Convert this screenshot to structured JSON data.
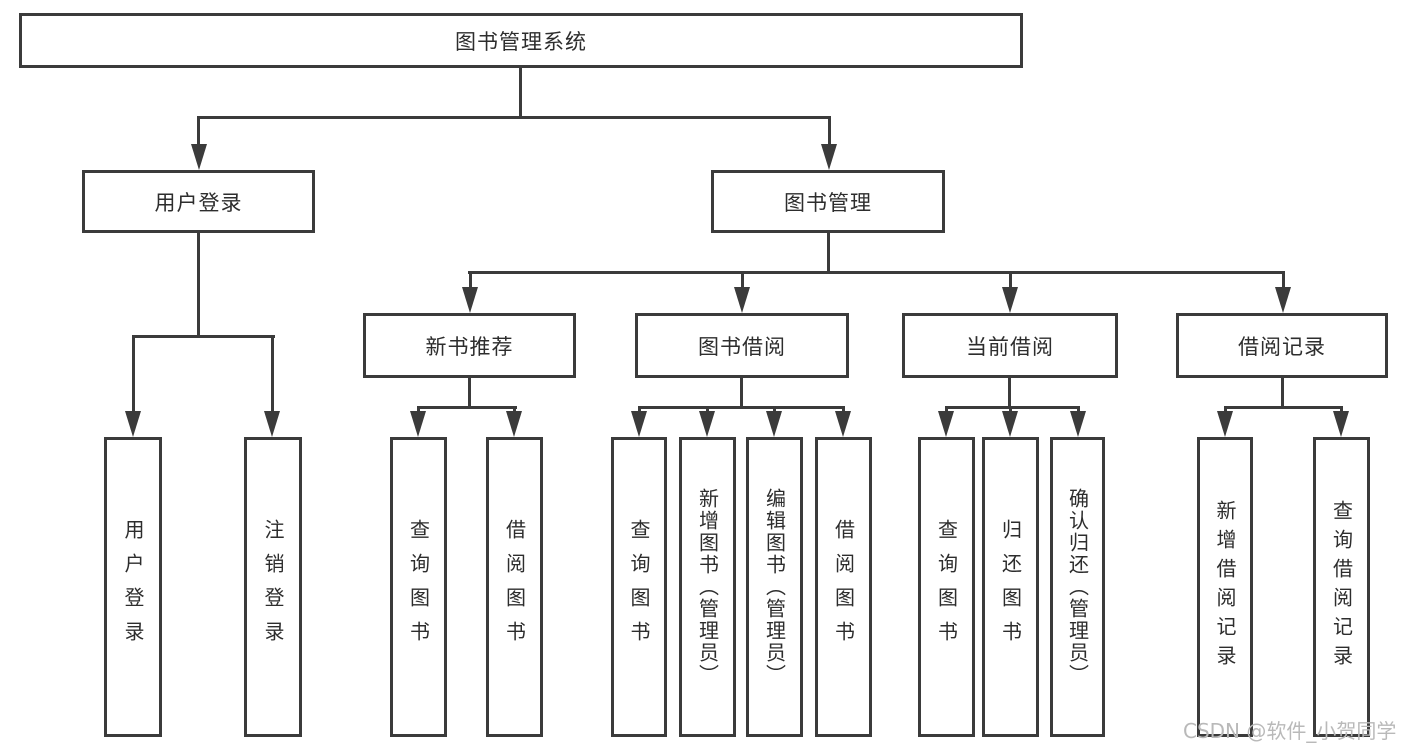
{
  "watermark": "CSDN @软件_小贺同学",
  "colors": {
    "background": "#ffffff",
    "line": "#3b3b3b",
    "text": "#2d2d2d",
    "watermark": "#b9b9b9"
  },
  "tree": {
    "root": {
      "label": "图书管理系统",
      "children": [
        {
          "label": "用户登录",
          "children": [
            {
              "label": "用户登录"
            },
            {
              "label": "注销登录"
            }
          ]
        },
        {
          "label": "图书管理",
          "children": [
            {
              "label": "新书推荐",
              "children": [
                {
                  "label": "查询图书"
                },
                {
                  "label": "借阅图书"
                }
              ]
            },
            {
              "label": "图书借阅",
              "children": [
                {
                  "label": "查询图书"
                },
                {
                  "label": "新增图书（管理员）"
                },
                {
                  "label": "编辑图书（管理员）"
                },
                {
                  "label": "借阅图书"
                }
              ]
            },
            {
              "label": "当前借阅",
              "children": [
                {
                  "label": "查询图书"
                },
                {
                  "label": "归还图书"
                },
                {
                  "label": "确认归还（管理员）"
                }
              ]
            },
            {
              "label": "借阅记录",
              "children": [
                {
                  "label": "新增借阅记录"
                },
                {
                  "label": "查询借阅记录"
                }
              ]
            }
          ]
        }
      ]
    }
  }
}
